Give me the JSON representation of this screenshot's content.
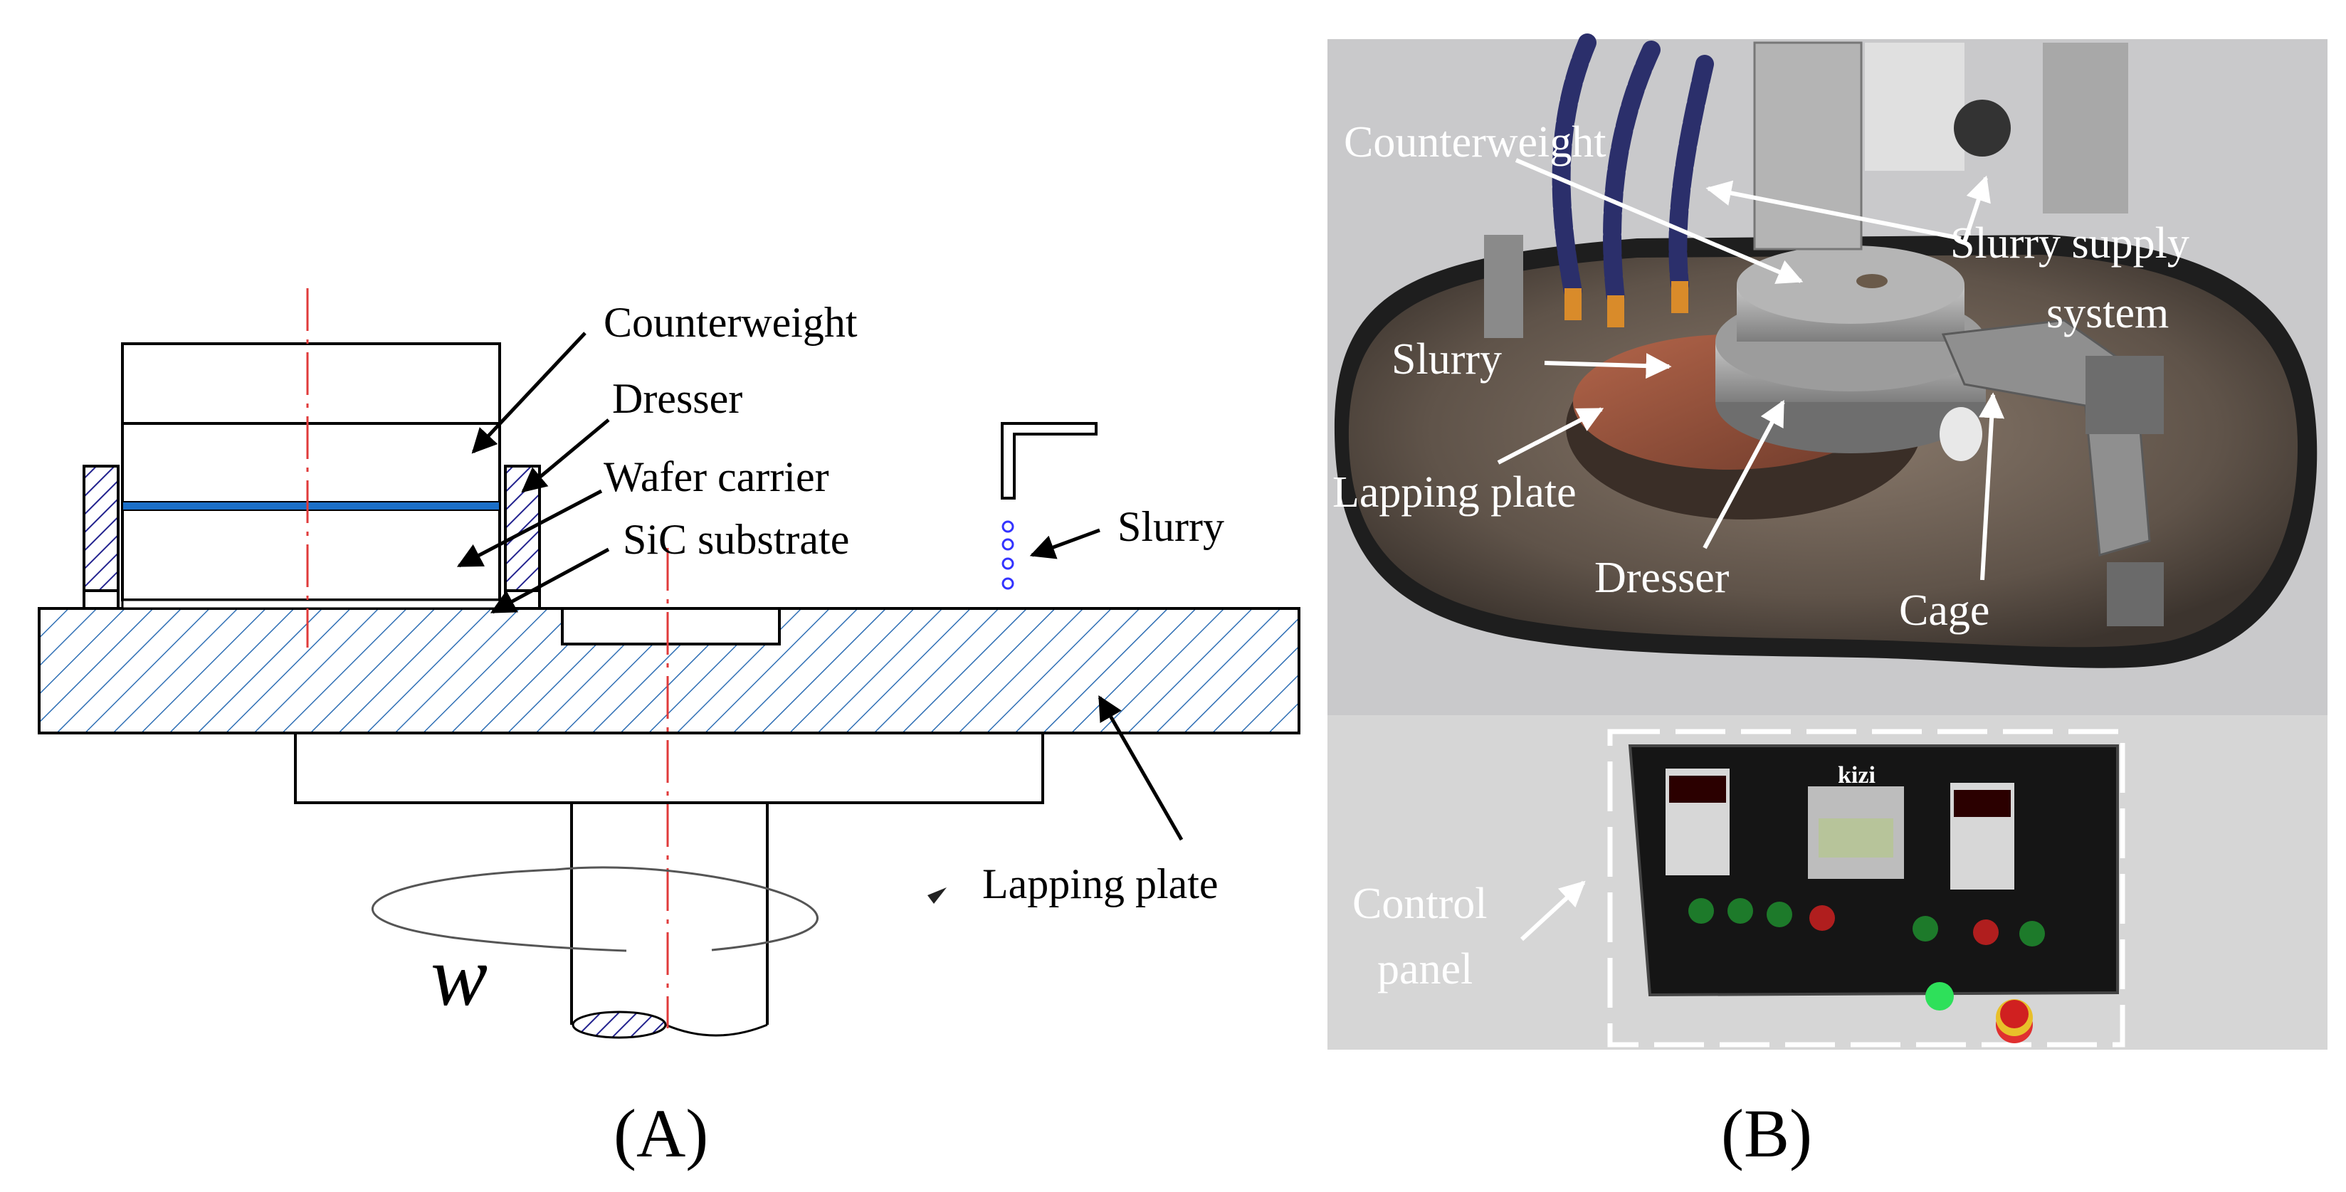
{
  "panel_a": {
    "labels": {
      "counterweight": "Counterweight",
      "dresser": "Dresser",
      "wafer_carrier": "Wafer carrier",
      "sic_substrate": "SiC substrate",
      "slurry": "Slurry",
      "lapping_plate": "Lapping plate",
      "rotation_symbol": "w"
    },
    "caption": "(A)"
  },
  "panel_b": {
    "labels": {
      "counterweight": "Counterweight",
      "slurry_supply_line1": "Slurry supply",
      "slurry_supply_line2": "system",
      "slurry": "Slurry",
      "lapping_plate": "Lapping plate",
      "dresser": "Dresser",
      "cage": "Cage",
      "control_panel_line1": "Control",
      "control_panel_line2": "panel",
      "panel_brand": "kizi"
    },
    "caption": "(B)"
  },
  "colors": {
    "hatch": "#2f6fb5",
    "centerline": "#e03a3a",
    "carrier_band": "#1b6fc9",
    "slurry_drops": "#3333ff"
  }
}
